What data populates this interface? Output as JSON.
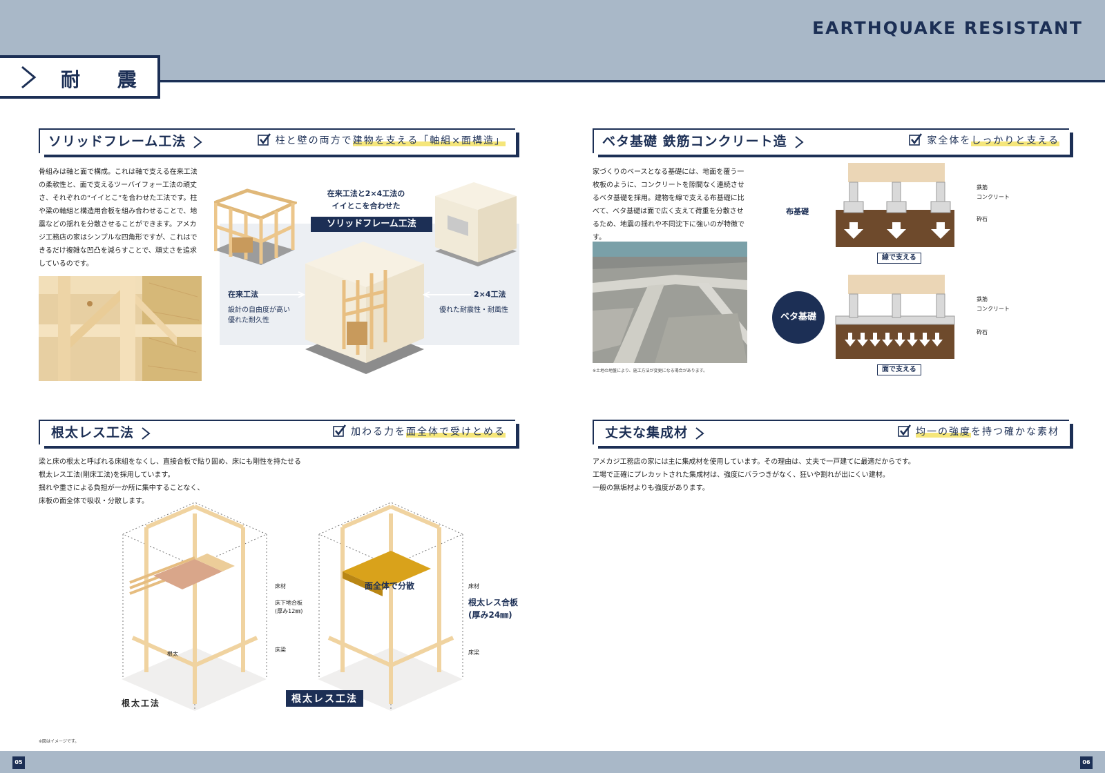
{
  "header": {
    "brand": "EARTHQUAKE RESISTANT",
    "section_title": "耐 震"
  },
  "solid_frame": {
    "title": "ソリッドフレーム工法",
    "tag_pre": "柱と壁の両方で",
    "tag_hl": "建物を支える「軸組×面構造」",
    "body": "骨組みは軸と面で構成。これは軸で支える在来工法の柔軟性と、面で支えるツーバイフォー工法の頑丈さ、それぞれの“イイとこ”を合わせた工法です。柱や梁の軸組と構造用合板を組み合わせることで、地震などの揺れを分散させることができます。アメカジ工務店の家はシンプルな四角形ですが、これはできるだけ複雑な凹凸を減らすことで、頑丈さを追求しているのです。",
    "center_line1": "在来工法と2×4工法の",
    "center_line2": "イイとこを合わせた",
    "center_badge": "ソリッドフレーム工法",
    "left_label": "在来工法",
    "left_items": [
      "設計の自由度が高い",
      "優れた耐久性"
    ],
    "right_label": "2×4工法",
    "right_items": [
      "優れた耐震性・耐風性"
    ]
  },
  "beta": {
    "title": "ベタ基礎 鉄筋コンクリート造",
    "tag_pre": "家全体を",
    "tag_hl": "しっかりと支える",
    "body": "家づくりのベースとなる基礎には、地面を覆う一枚板のように、コンクリートを隙間なく連続させるベタ基礎を採用。建物を線で支える布基礎に比べて、ベタ基礎は面で広く支えて荷重を分散させるため、地震の揺れや不同沈下に強いのが特徴です。",
    "note": "※土地の地盤により、施工方法が変更になる場合があります。",
    "nuno_label": "布基礎",
    "beta_label": "ベタ基礎",
    "labels_top": [
      "鉄筋",
      "コンクリート",
      "砕石"
    ],
    "labels_bottom": [
      "鉄筋",
      "コンクリート",
      "砕石"
    ],
    "caption_line": "線で支える",
    "caption_face": "面で支える"
  },
  "nedaless": {
    "title": "根太レス工法",
    "tag_pre": "加わる力を",
    "tag_hl": "面全体で受けとめる",
    "body_lines": [
      "梁と床の根太と呼ばれる床組をなくし、直接合板で貼り固め、床にも剛性を持たせる",
      "根太レス工法(剛床工法)を採用しています。",
      "揺れや重さによる負担が一か所に集中することなく、",
      "床板の面全体で吸収・分散します。"
    ],
    "left_labels": {
      "floor": "床材",
      "sub1": "床下地合板",
      "sub2": "(厚み12㎜)",
      "joist": "根太",
      "beam": "床梁"
    },
    "right_labels": {
      "floor": "床材",
      "spread": "面全体で分散",
      "ply1": "根太レス合板",
      "ply2": "(厚み24㎜)",
      "beam": "床梁"
    },
    "caption_left": "根太工法",
    "caption_right": "根太レス工法",
    "note": "※図はイメージです。"
  },
  "glulam": {
    "title": "丈夫な集成材",
    "tag_pre": "",
    "tag_hl": "均一の強度",
    "tag_post": "を持つ確かな素材",
    "body_lines": [
      "アメカジ工務店の家には主に集成材を使用しています。その理由は、丈夫で一戸建てに最適だからです。",
      "工場で正確にプレカットされた集成材は、強度にバラつきがなく、狂いや割れが出にくい建材。",
      "一般の無垢材よりも強度があります。"
    ]
  },
  "footer": {
    "page_left": "05",
    "page_right": "06"
  },
  "colors": {
    "navy": "#1c2f55",
    "band": "#a9b8c8",
    "wood": "#f0d6a8",
    "highlight": "#f5e67a",
    "gold": "#d9a21b"
  }
}
